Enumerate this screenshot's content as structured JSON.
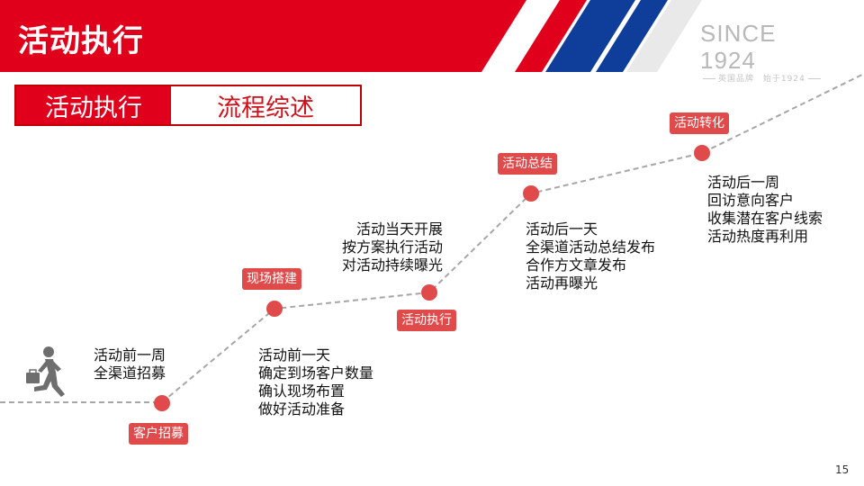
{
  "header": {
    "title": "活动执行",
    "brand_main": "SINCE 1924",
    "brand_sub_left": "英国品牌",
    "brand_sub_right": "始于1924",
    "colors": {
      "red": "#e0001b",
      "blue": "#0e3d9a",
      "grey_stripe": "#e6e6e6"
    }
  },
  "tabs": {
    "active": "活动执行",
    "inactive": "流程综述"
  },
  "stages": [
    {
      "label": "客户招募",
      "lines": [
        "活动前一周",
        "全渠道招募"
      ]
    },
    {
      "label": "现场搭建",
      "lines": [
        "活动前一天",
        "确定到场客户数量",
        "确认现场布置",
        "做好活动准备"
      ]
    },
    {
      "label": "活动执行",
      "lines": [
        "活动当天开展",
        "按方案执行活动",
        "对活动持续曝光"
      ]
    },
    {
      "label": "活动总结",
      "lines": [
        "活动后一天",
        "全渠道活动总结发布",
        "合作方文章发布",
        "活动再曝光"
      ]
    },
    {
      "label": "活动转化",
      "lines": [
        "活动后一周",
        "回访意向客户",
        "收集潜在客户线索",
        "活动热度再利用"
      ]
    }
  ],
  "icons": {
    "runner": "running-businessman-icon"
  },
  "page_number": "15"
}
